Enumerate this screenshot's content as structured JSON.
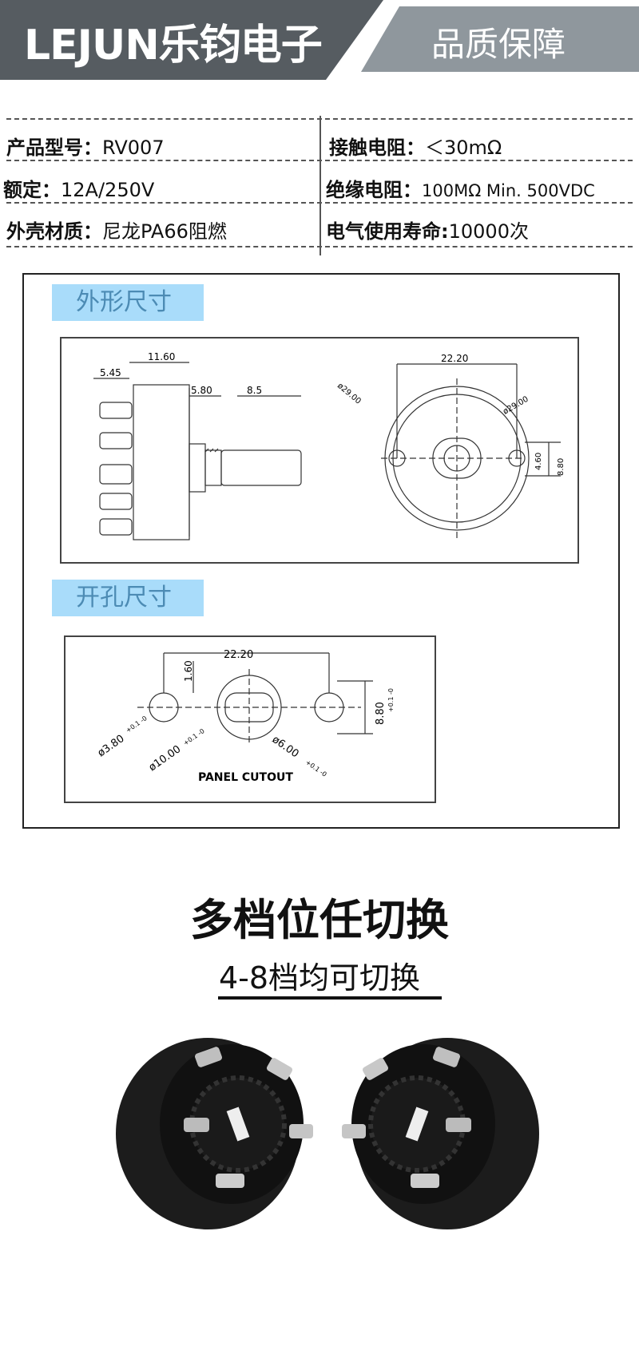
{
  "header": {
    "brand": "LEJUN乐钧电子",
    "tagline": "品质保障"
  },
  "specs": {
    "model": {
      "label": "产品型号",
      "sep": "：",
      "value": "RV007"
    },
    "contact_resistance": {
      "label": "接触电阻",
      "sep": "：",
      "value": "＜30mΩ"
    },
    "rating": {
      "label": "额定",
      "sep": "：",
      "value": "12A/250V"
    },
    "insulation_resistance": {
      "label": "绝缘电阻",
      "sep": "：",
      "value": "100MΩ Min. 500VDC"
    },
    "housing": {
      "label": "外壳材质",
      "sep": "：",
      "value": "尼龙PA66阻燃"
    },
    "life": {
      "label": "电气使用寿命",
      "sep": ":",
      "value": "10000次"
    }
  },
  "drawings": {
    "outline_title": "外形尺寸",
    "cutout_title": "开孔尺寸",
    "side_dims": [
      "11.60",
      "5.45",
      "5.80",
      "8.5"
    ],
    "front_dims": [
      "22.20",
      "ø29.00",
      "ø29.00",
      "4.60",
      "8.80"
    ],
    "cutout_dims": {
      "width": "22.20",
      "offset": "1.60",
      "height": "8.80",
      "height_tol": "+0.1 -0",
      "hole_small": "ø3.80",
      "hole_small_tol": "+0.1 -0",
      "hole_large": "ø10.00",
      "hole_large_tol": "+0.1 -0",
      "hole_mid": "ø6.00",
      "hole_mid_tol": "+0.1 -0",
      "caption": "PANEL CUTOUT"
    }
  },
  "feature": {
    "title": "多档位任切换",
    "subtitle": "4-8档均可切换"
  }
}
